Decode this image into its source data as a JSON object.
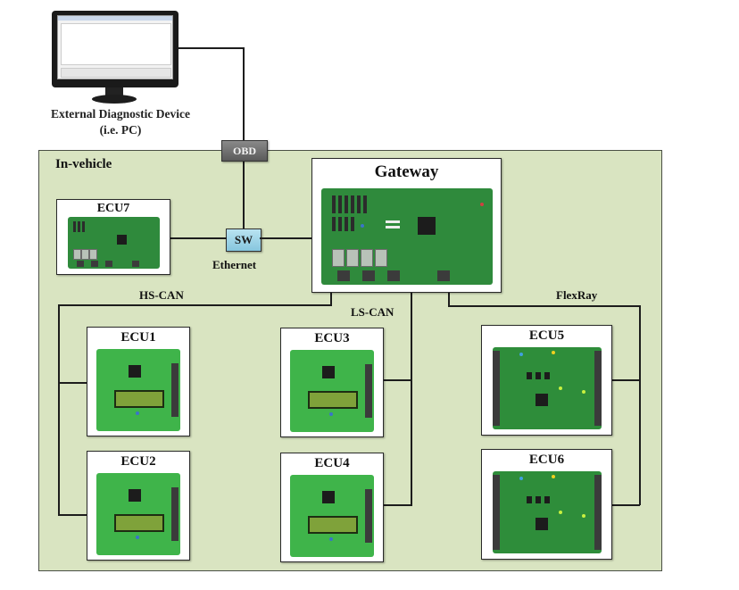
{
  "external": {
    "device_label_line1": "External Diagnostic Device",
    "device_label_line2": "(i.e. PC)"
  },
  "zone": {
    "label": "In-vehicle",
    "background_color": "#d9e4c1"
  },
  "connectors": {
    "obd": "OBD",
    "switch": "SW",
    "obd_color": "#6e6e6e",
    "switch_color": "#9fd4e8"
  },
  "networks": {
    "ethernet": "Ethernet",
    "hs_can": "HS-CAN",
    "ls_can": "LS-CAN",
    "flexray": "FlexRay"
  },
  "nodes": {
    "gateway": "Gateway",
    "ecu1": "ECU1",
    "ecu2": "ECU2",
    "ecu3": "ECU3",
    "ecu4": "ECU4",
    "ecu5": "ECU5",
    "ecu6": "ECU6",
    "ecu7": "ECU7"
  }
}
